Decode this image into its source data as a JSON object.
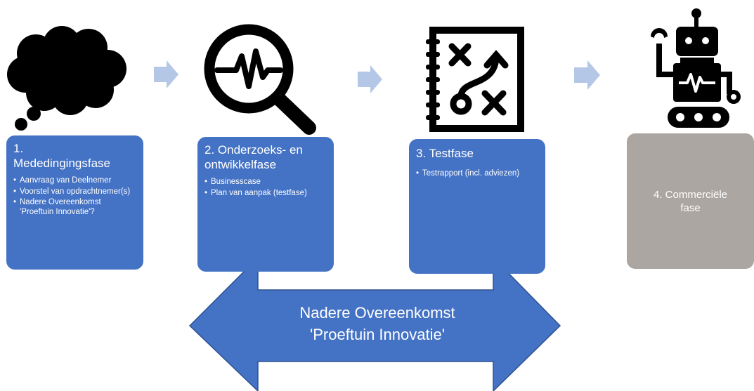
{
  "colors": {
    "blue_box": "#4472C4",
    "gray_box": "#ACA6A2",
    "small_arrow": "#B4C7E7",
    "icon": "#000000"
  },
  "icons": [
    "thought-cloud-icon",
    "magnifier-pulse-icon",
    "strategy-board-icon",
    "robot-icon"
  ],
  "phases": [
    {
      "title_line1": "1.",
      "title_line2": "Mededingingsfase",
      "items": [
        "Aanvraag van Deelnemer",
        "Voorstel van opdrachtnemer(s)",
        "Nadere Overeenkomst 'Proeftuin Innovatie'?"
      ]
    },
    {
      "title_line1": "2. Onderzoeks- en",
      "title_line2": "ontwikkelfase",
      "items": [
        "Businesscase",
        "Plan van aanpak (testfase)"
      ]
    },
    {
      "title_line1": "3. Testfase",
      "items": [
        "Testrapport (incl. adviezen)"
      ]
    },
    {
      "title_line1": "4. Commerciële",
      "title_line2": "fase"
    }
  ],
  "agreement": {
    "line1": "Nadere Overeenkomst",
    "line2": "'Proeftuin Innovatie'"
  }
}
